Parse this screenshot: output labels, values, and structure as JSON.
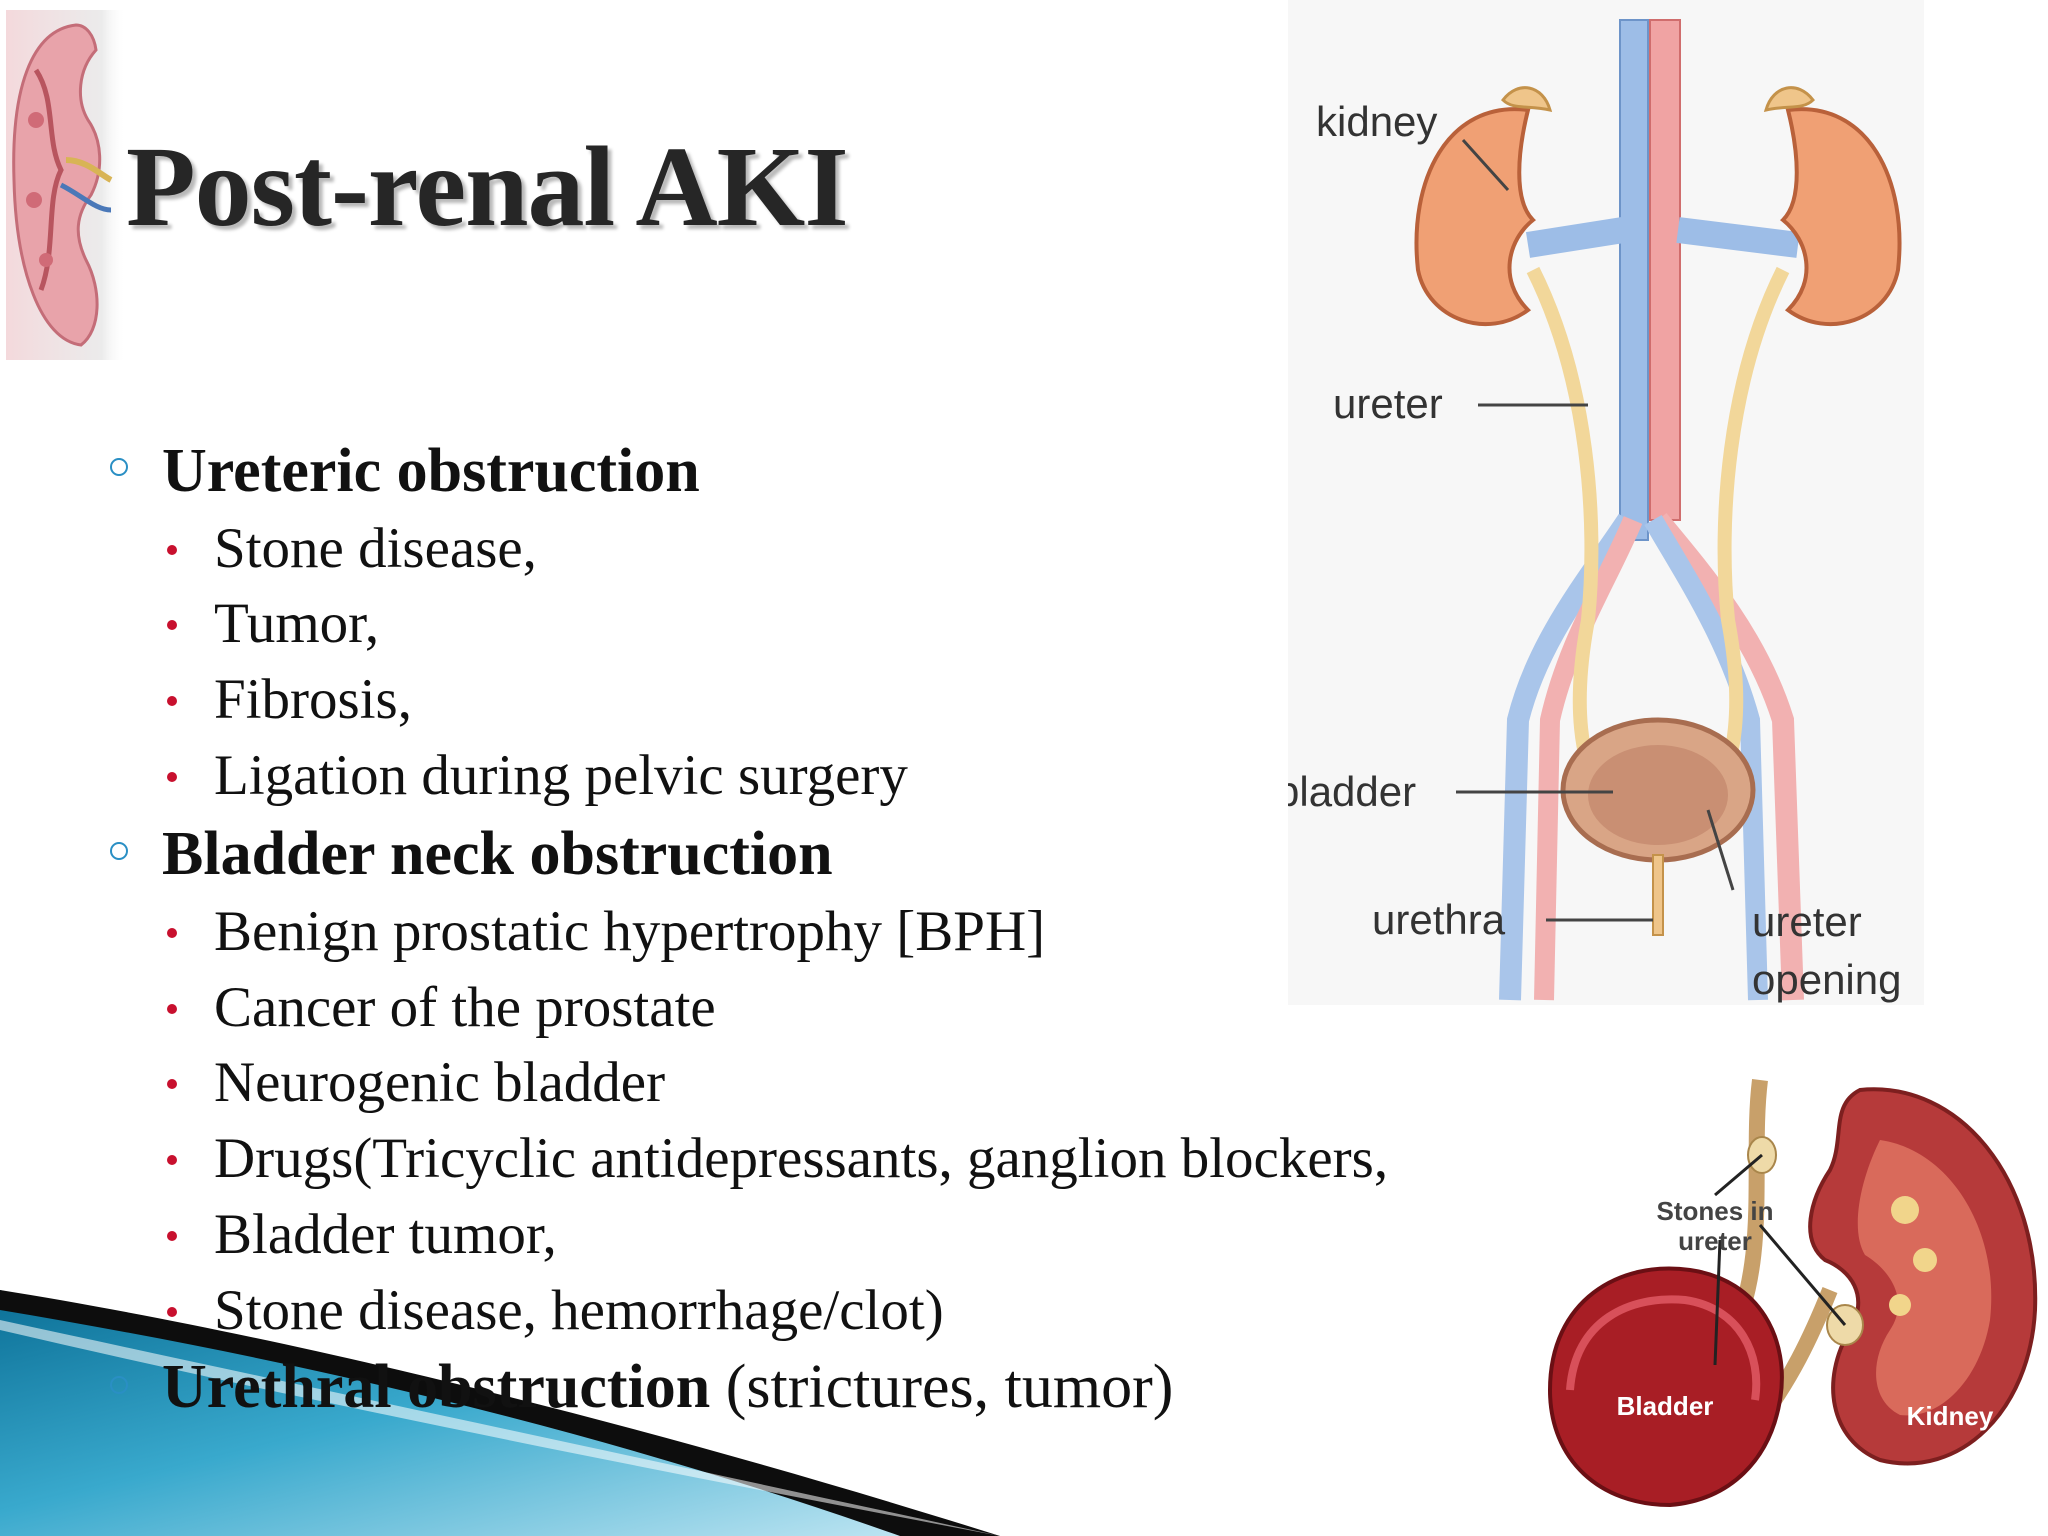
{
  "slide": {
    "title": "Post-renal AKI",
    "sections": [
      {
        "heading": "Ureteric obstruction",
        "items": [
          "Stone disease,",
          "Tumor,",
          "Fibrosis,",
          "Ligation during pelvic surgery"
        ]
      },
      {
        "heading": "Bladder neck obstruction",
        "items": [
          "Benign prostatic hypertrophy [BPH]",
          "Cancer of the prostate",
          "Neurogenic bladder",
          "Drugs(Tricyclic antidepressants, ganglion blockers,",
          "Bladder tumor,",
          "Stone disease, hemorrhage/clot)"
        ]
      },
      {
        "heading": "Urethral obstruction",
        "heading_suffix": " (strictures, tumor)"
      }
    ]
  },
  "diagram": {
    "labels": {
      "kidney": "kidney",
      "ureter": "ureter",
      "bladder": "bladder",
      "urethra": "urethra",
      "ureter_opening_1": "ureter",
      "ureter_opening_2": "opening"
    }
  },
  "stones_image": {
    "labels": {
      "stones_1": "Stones in",
      "stones_2": "ureter",
      "bladder": "Bladder",
      "kidney": "Kidney"
    }
  },
  "colors": {
    "accent_blue": "#2a8fc4",
    "bullet_red": "#c8102e",
    "title_text": "#262626"
  }
}
